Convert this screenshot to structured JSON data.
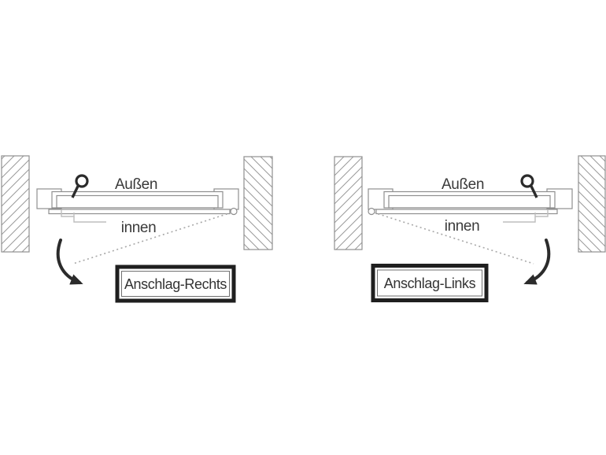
{
  "figure": {
    "background_color": "#ffffff",
    "outline_color": "#8f8f8f",
    "hatch_color": "#9a9a9a",
    "accent_dark_color": "#2b2b2b",
    "label_color": "#3a3a3a",
    "caption_border_color": "#1f1f1f",
    "icons": {
      "key": "key-icon",
      "swing_arrow": "curved-arrow-icon",
      "wall": "hatched-wall"
    },
    "panels": [
      {
        "outside_label": "Außen",
        "inside_label": "innen",
        "caption": "Anschlag-Rechts"
      },
      {
        "outside_label": "Außen",
        "inside_label": "innen",
        "caption": "Anschlag-Links"
      }
    ]
  }
}
